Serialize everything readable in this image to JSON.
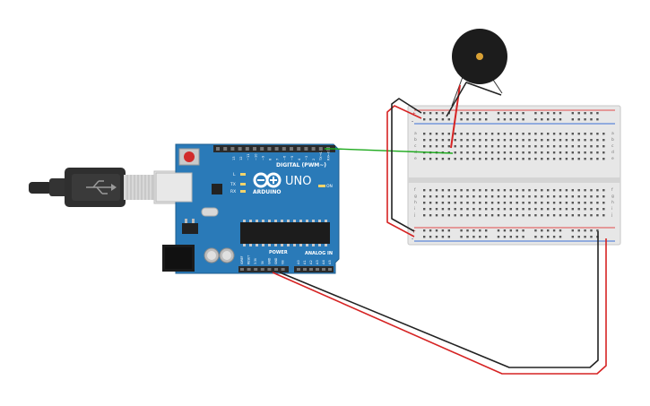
{
  "arduino": {
    "logo_text": "ARDUINO",
    "model_text": "UNO",
    "digital_header": "DIGITAL (PWM~)",
    "power_header": "POWER",
    "analog_header": "ANALOG IN",
    "led_labels": [
      "L",
      "TX",
      "RX"
    ],
    "on_label": "ON",
    "aref_label": "AREF",
    "gnd_label": "GND",
    "top_pin_labels": [
      "13",
      "12",
      "~11",
      "~10",
      "~9",
      "8",
      "7",
      "~6",
      "~5",
      "4",
      "~3",
      "2",
      "TX→1",
      "RX←0"
    ],
    "power_pin_labels": [
      "IOREF",
      "RESET",
      "3.3V",
      "5V",
      "GND",
      "GND",
      "Vin"
    ],
    "analog_pin_labels": [
      "A0",
      "A1",
      "A2",
      "A3",
      "A4",
      "A5"
    ],
    "board_color": "#2a7ab8",
    "header_color": "#2b2b2b"
  },
  "breadboard": {
    "row_letters_top": [
      "a",
      "b",
      "c",
      "d",
      "e"
    ],
    "row_letters_bottom": [
      "f",
      "g",
      "h",
      "i",
      "j"
    ],
    "rail_plus": "+",
    "rail_minus": "-",
    "column_count": 30
  },
  "buzzer": {
    "body_color": "#1c1c1c",
    "center_color": "#d9a135"
  },
  "wires": {
    "signal_color": "#1faa1f",
    "power_color": "#e01b1b",
    "ground_color": "#222222"
  }
}
